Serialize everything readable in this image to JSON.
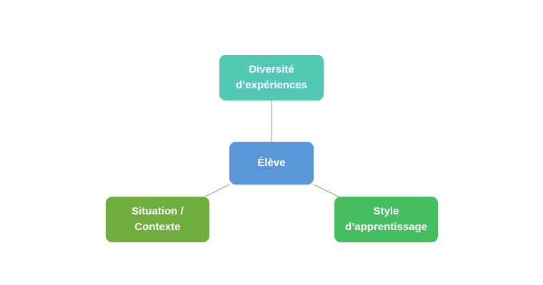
{
  "diagram": {
    "nodes": {
      "top": {
        "label": "Diversité\nd’expériences",
        "color": "#52c9b4"
      },
      "center": {
        "label": "Élève",
        "color": "#5b96d8"
      },
      "left": {
        "label": "Situation /\nContexte",
        "color": "#6fad3f"
      },
      "right": {
        "label": "Style\nd’apprentissage",
        "color": "#45bd60"
      }
    },
    "connector_color": "#79c27b"
  }
}
